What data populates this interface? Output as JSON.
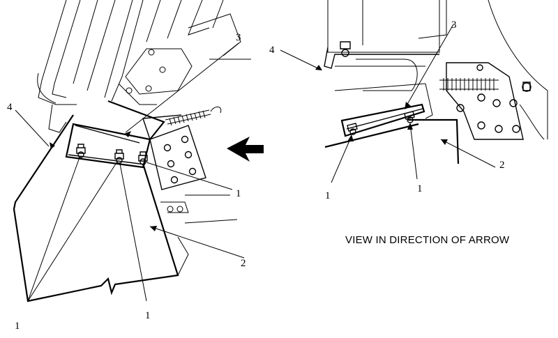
{
  "left_view": {
    "callouts": {
      "c1_bottom_left": "1",
      "c1_bottom_mid": "1",
      "c1_right": "1",
      "c2": "2",
      "c3": "3",
      "c4": "4"
    }
  },
  "right_view": {
    "callouts": {
      "c1_left": "1",
      "c1_right": "1",
      "c2": "2",
      "c3": "3",
      "c4": "4"
    },
    "caption": "VIEW IN DIRECTION OF ARROW"
  },
  "arrow": {
    "direction": "left"
  }
}
